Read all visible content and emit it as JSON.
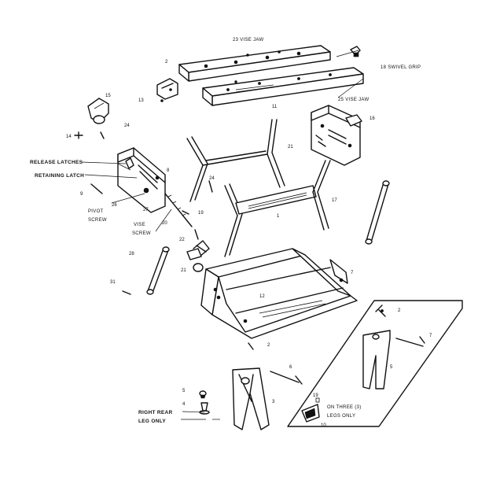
{
  "labels": {
    "vise_jaw_top": "23  VISE JAW",
    "swivel_grip": "18  SWIVEL GRIP",
    "vise_jaw_lower": "25  VISE JAW",
    "release_latches": "RELEASE LATCHES",
    "retaining_latch": "RETAINING LATCH",
    "pivot_screw_1": "PIVOT",
    "pivot_screw_2": "SCREW",
    "vise_screw_1": "VISE",
    "vise_screw_2": "SCREW",
    "right_rear_1": "RIGHT REAR",
    "right_rear_2": "LEG ONLY",
    "inset_note_1": "ON THREE (3)",
    "inset_note_2": "LEGS ONLY"
  },
  "part_numbers": {
    "n2": "2",
    "n13": "13",
    "n11": "11",
    "n15": "15",
    "n14": "14",
    "n24a": "24",
    "n16": "16",
    "n21a": "21",
    "n8": "8",
    "n9": "9",
    "n27": "27",
    "n26": "26",
    "n20": "20",
    "n24b": "24",
    "n17": "17",
    "n19": "19",
    "n22": "22",
    "n28": "28",
    "n21b": "21",
    "n31": "31",
    "n7": "7",
    "n12": "12",
    "n2b": "2",
    "n6": "6",
    "n5": "5",
    "n4": "4",
    "n3": "3",
    "n1": "1",
    "n2c": "2",
    "n10": "10",
    "n7b": "7",
    "n5b": "5",
    "n19b": "19"
  }
}
